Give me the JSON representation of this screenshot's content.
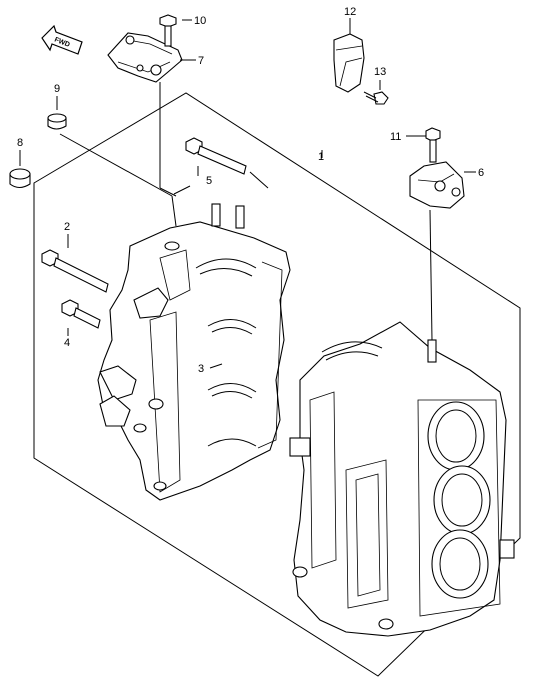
{
  "fwd_label": "FWD",
  "callouts": [
    {
      "id": "p1",
      "text": "1"
    },
    {
      "id": "p2",
      "text": "2"
    },
    {
      "id": "p3",
      "text": "3"
    },
    {
      "id": "p4",
      "text": "4"
    },
    {
      "id": "p5",
      "text": "5"
    },
    {
      "id": "p6",
      "text": "6"
    },
    {
      "id": "p7",
      "text": "7"
    },
    {
      "id": "p8",
      "text": "8"
    },
    {
      "id": "p9",
      "text": "9"
    },
    {
      "id": "p10",
      "text": "10"
    },
    {
      "id": "p11",
      "text": "11"
    },
    {
      "id": "p12",
      "text": "12"
    },
    {
      "id": "p13",
      "text": "13"
    }
  ]
}
